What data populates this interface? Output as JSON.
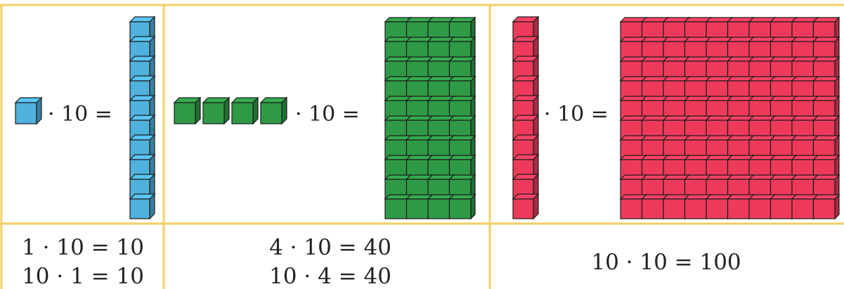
{
  "colors": {
    "border": "#f2cf66",
    "blue": "#4fb1dc",
    "green": "#2e9a46",
    "red": "#ee3a5a",
    "ink": "#222222"
  },
  "panels": [
    {
      "id": "panel-ones",
      "color": "#4fb1dc",
      "multiplier_text": "· 10 =",
      "results": [
        "1 · 10 = 10",
        "10 · 1 = 10"
      ]
    },
    {
      "id": "panel-fours",
      "color": "#2e9a46",
      "multiplier_text": "· 10 =",
      "results": [
        "4 · 10 = 40",
        "10 · 4 = 40"
      ]
    },
    {
      "id": "panel-tens",
      "color": "#ee3a5a",
      "multiplier_text": "· 10 =",
      "results": [
        "10 · 10 = 100"
      ]
    }
  ]
}
